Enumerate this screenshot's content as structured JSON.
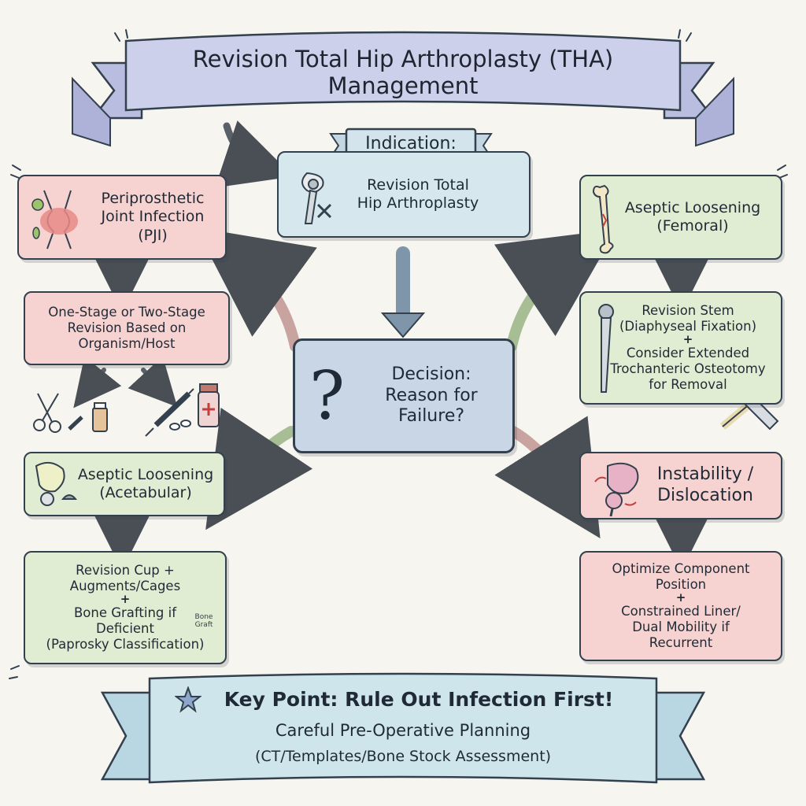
{
  "title": {
    "line1": "Revision Total Hip Arthroplasty (THA)",
    "line2": "Management"
  },
  "indication": {
    "label": "Indication:",
    "line1": "Revision Total",
    "line2": "Hip Arthroplasty"
  },
  "decision": {
    "symbol": "?",
    "line1": "Decision:",
    "line2": "Reason for",
    "line3": "Failure?"
  },
  "pji": {
    "line1": "Periprosthetic",
    "line2": "Joint Infection",
    "line3": "(PJI)",
    "treatment": [
      "One-Stage or Two-Stage",
      "Revision Based on",
      "Organism/Host"
    ]
  },
  "femoral": {
    "line1": "Aseptic Loosening",
    "line2": "(Femoral)",
    "treatment": [
      "Revision Stem",
      "(Diaphyseal Fixation)",
      "+",
      "Consider Extended",
      "Trochanteric Osteotomy",
      "for Removal"
    ]
  },
  "acetabular": {
    "line1": "Aseptic Loosening",
    "line2": "(Acetabular)",
    "treatment": [
      "Revision Cup +",
      "Augments/Cages",
      "+",
      "Bone Grafting if",
      "Deficient",
      "(Paprosky Classification)"
    ],
    "jar_label_1": "Bone",
    "jar_label_2": "Graft"
  },
  "instability": {
    "line1": "Instability /",
    "line2": "Dislocation",
    "treatment": [
      "Optimize Component",
      "Position",
      "+",
      "Constrained Liner/",
      "Dual Mobility if",
      "Recurrent"
    ]
  },
  "key_point": {
    "line1": "Key Point: Rule Out Infection First!",
    "line2": "Careful Pre-Operative Planning",
    "line3": "(CT/Templates/Bone Stock Assessment)"
  },
  "colors": {
    "red_box": "#f6d3d1",
    "green_box": "#e1edd2",
    "blue_box": "#d6e8ee",
    "decision_box": "#c8d6e6",
    "banner": "#cdd0ea",
    "key_banner": "#cfe5ec"
  }
}
